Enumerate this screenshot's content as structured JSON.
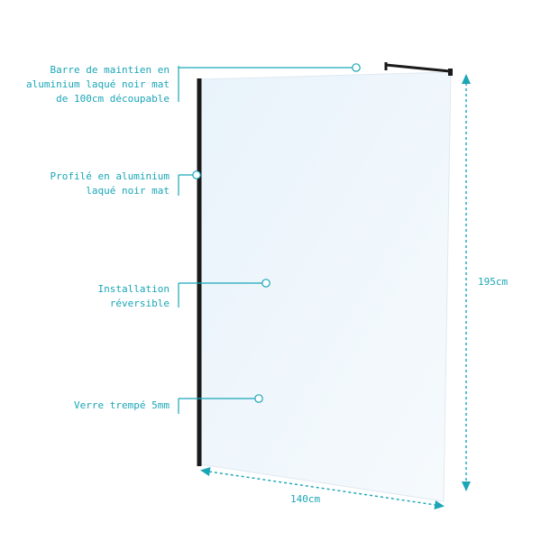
{
  "callouts": [
    {
      "lines": [
        "Barre de maintien en",
        "aluminium laqué noir mat",
        "de 100cm découpable"
      ]
    },
    {
      "lines": [
        "Profilé en aluminium",
        "laqué noir mat"
      ]
    },
    {
      "lines": [
        "Installation",
        "réversible"
      ]
    },
    {
      "lines": [
        "Verre trempé 5mm"
      ]
    }
  ],
  "dimensions": {
    "height": "195cm",
    "width": "140cm"
  },
  "colors": {
    "accent": "#1aa6b7",
    "glass": "#eef6fc",
    "profile": "#1a1a1a"
  }
}
